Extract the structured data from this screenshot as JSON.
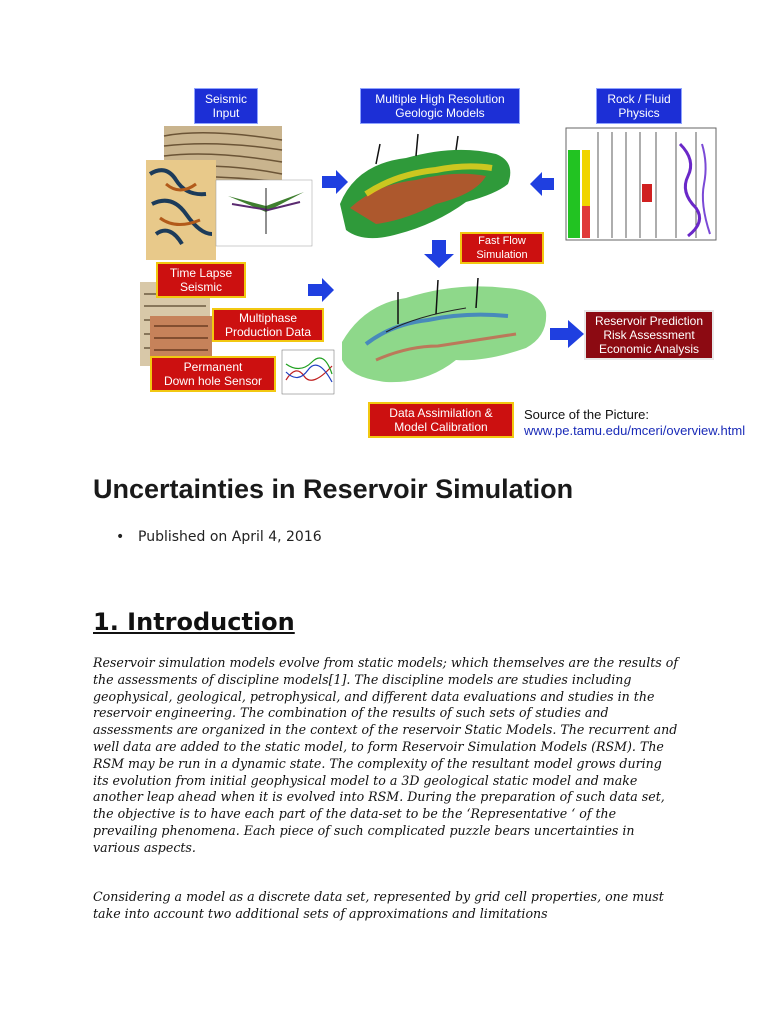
{
  "figure": {
    "labels": {
      "seismic_input": "Seismic\nInput",
      "geologic_models": "Multiple High Resolution\nGeologic Models",
      "rock_fluid": "Rock / Fluid\nPhysics",
      "fast_flow": "Fast Flow\nSimulation",
      "time_lapse": "Time Lapse\nSeismic",
      "multiphase": "Multiphase\nProduction Data",
      "downhole": "Permanent\nDown hole Sensor",
      "prediction": "Reservoir Prediction\nRisk Assessment\nEconomic Analysis",
      "assimilation": "Data Assimilation &\nModel Calibration"
    },
    "source_label": "Source of the Picture:",
    "source_url": "www.pe.tamu.edu/mceri/overview.html",
    "colors": {
      "box_blue": "#1c2fd6",
      "box_red": "#cc1010",
      "box_dark_red": "#8c0a12",
      "arrow_blue": "#1f3fe0"
    }
  },
  "article": {
    "title": "Uncertainties in Reservoir Simulation",
    "published": "Published on April 4, 2016"
  },
  "section": {
    "heading": "1. Introduction",
    "paragraph1": "Reservoir simulation models evolve from static models; which themselves are the results of the assessments of discipline models[1]. The discipline models are studies including geophysical, geological, petrophysical, and different data evaluations and studies in the reservoir engineering. The combination of the results of such sets of studies and assessments are organized in the context of the reservoir Static Models. The recurrent and well data are added to the static model, to form Reservoir Simulation Models (RSM). The RSM may be run in a dynamic state. The complexity of the resultant model grows during its evolution from initial geophysical model to a 3D geological static model and make another leap ahead when it is evolved into RSM.  During the preparation of such data set, the objective is to have each part of the data-set to be the ‘Representative ‘ of the prevailing phenomena. Each piece of such complicated puzzle bears uncertainties in various aspects.",
    "paragraph2": "Considering a model as a discrete data set, represented by grid cell properties, one must take into account two additional sets of approximations and limitations"
  }
}
